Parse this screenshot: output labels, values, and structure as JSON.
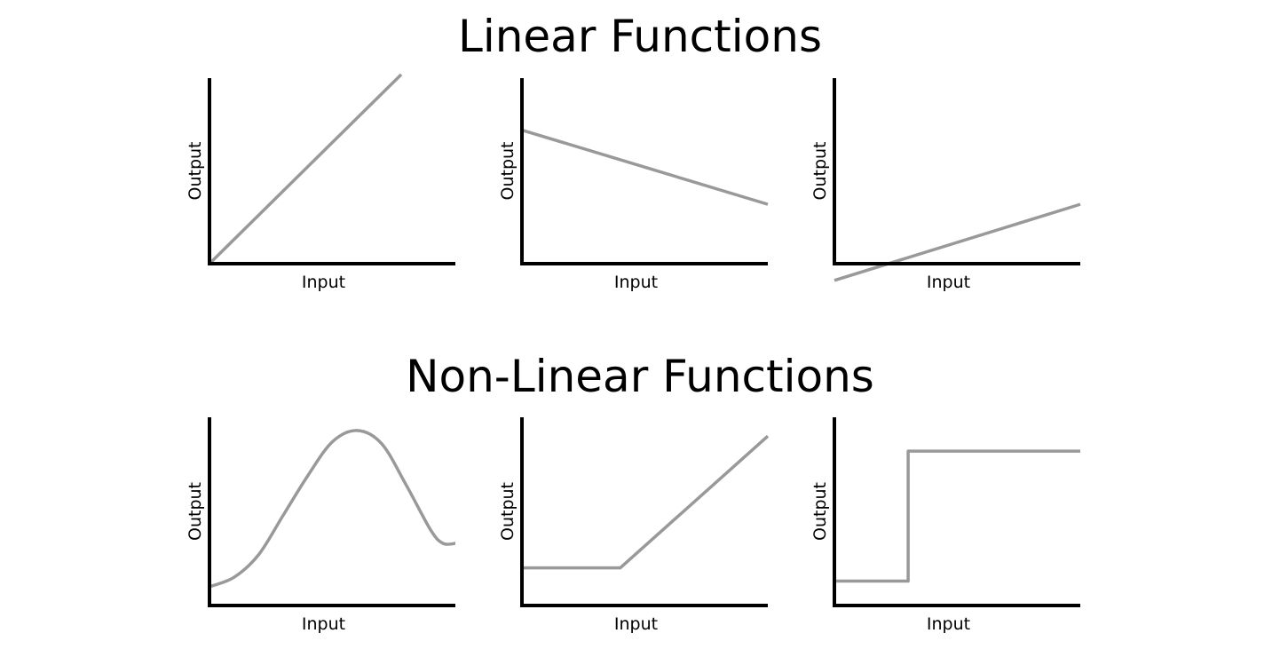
{
  "sections": [
    {
      "title": "Linear Functions"
    },
    {
      "title": "Non-Linear Functions"
    }
  ],
  "colors": {
    "axis": "#000000",
    "line": "#999999"
  },
  "chart_data": [
    {
      "type": "line",
      "section": 0,
      "name": "increasing-linear",
      "xlabel": "Input",
      "ylabel": "Output",
      "xlim": [
        0,
        10
      ],
      "ylim": [
        0,
        10
      ],
      "points": [
        [
          0,
          0
        ],
        [
          7.8,
          10.2
        ]
      ]
    },
    {
      "type": "line",
      "section": 0,
      "name": "decreasing-linear",
      "xlabel": "Input",
      "ylabel": "Output",
      "xlim": [
        0,
        10
      ],
      "ylim": [
        0,
        10
      ],
      "points": [
        [
          0,
          7.2
        ],
        [
          10,
          3.2
        ]
      ]
    },
    {
      "type": "line",
      "section": 0,
      "name": "linear-negative-intercept",
      "xlabel": "Input",
      "ylabel": "Output",
      "xlim": [
        0,
        10
      ],
      "ylim": [
        0,
        10
      ],
      "points": [
        [
          0,
          -0.9
        ],
        [
          10,
          3.2
        ]
      ]
    },
    {
      "type": "line",
      "section": 1,
      "name": "smooth-peak",
      "smooth": true,
      "xlabel": "Input",
      "ylabel": "Output",
      "xlim": [
        0,
        10
      ],
      "ylim": [
        0,
        10
      ],
      "points": [
        [
          0,
          1.0
        ],
        [
          1,
          1.5
        ],
        [
          2,
          2.7
        ],
        [
          3,
          4.8
        ],
        [
          4,
          6.9
        ],
        [
          5,
          8.7
        ],
        [
          6,
          9.3
        ],
        [
          7,
          8.6
        ],
        [
          8,
          6.4
        ],
        [
          9,
          4.0
        ],
        [
          9.5,
          3.3
        ],
        [
          10,
          3.3
        ]
      ]
    },
    {
      "type": "line",
      "section": 1,
      "name": "piecewise-linear",
      "xlabel": "Input",
      "ylabel": "Output",
      "xlim": [
        0,
        10
      ],
      "ylim": [
        0,
        10
      ],
      "points": [
        [
          0,
          2.0
        ],
        [
          4.0,
          2.0
        ],
        [
          10,
          9.0
        ]
      ]
    },
    {
      "type": "line",
      "section": 1,
      "name": "step",
      "xlabel": "Input",
      "ylabel": "Output",
      "xlim": [
        0,
        10
      ],
      "ylim": [
        0,
        10
      ],
      "points": [
        [
          0,
          1.3
        ],
        [
          3.0,
          1.3
        ],
        [
          3.0,
          8.2
        ],
        [
          10,
          8.2
        ]
      ]
    }
  ]
}
